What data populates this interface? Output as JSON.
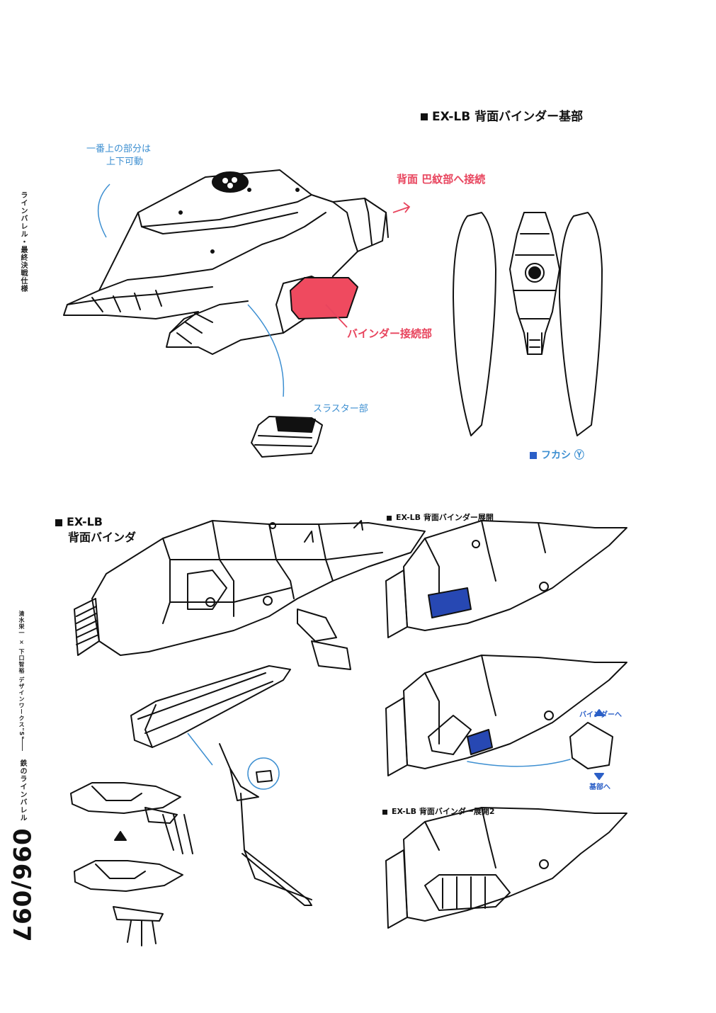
{
  "margin": {
    "book_title_top": "ラインバレル・最終決戦仕様",
    "authors": "清水栄一 × 下口智裕 デザインワークス\"S\"",
    "series": "鉄のラインバレル",
    "page_numbers": "096/097"
  },
  "top_section": {
    "heading": "EX-LB 背面バインダー基部",
    "note_rotation": "一番上の部分は\n上下可動",
    "note_rotation_line1": "一番上の部分は",
    "note_rotation_line2": "上下可動",
    "note_connect": "背面 巴紋部へ接続",
    "note_binder_joint": "バインダー接続部",
    "note_thruster": "スラスター部",
    "signature_label": "フカシ",
    "signature_mark": "Ⓨ"
  },
  "bottom_section": {
    "heading_line1": "EX-LB",
    "heading_line2": "背面バインダ",
    "open_heading": "EX-LB 背面バインダー展開",
    "to_binder": "バインダーへ",
    "to_base": "基部へ",
    "open2_heading": "EX-LB 背面バインダー展開2"
  },
  "colors": {
    "ink": "#111111",
    "blue_note": "#3d8fd1",
    "red_note": "#e8455e",
    "red_fill": "#ef4a5f",
    "blue_fill": "#2748b3"
  }
}
